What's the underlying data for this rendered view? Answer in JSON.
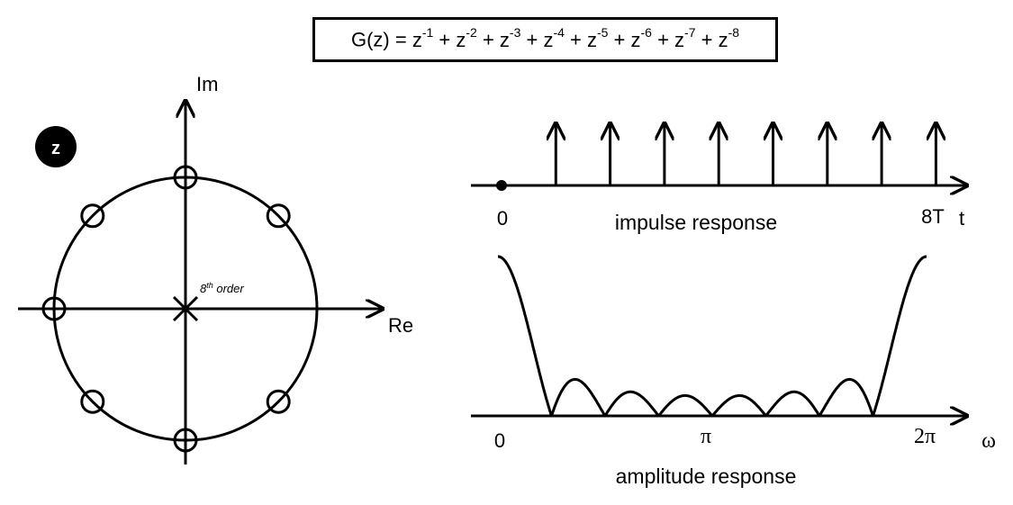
{
  "formula": {
    "lhs": "G(z) =",
    "terms": [
      {
        "base": "z",
        "exp": "-1",
        "sep": " + "
      },
      {
        "base": "z",
        "exp": "-2",
        "sep": " + "
      },
      {
        "base": "z",
        "exp": "-3",
        "sep": " + "
      },
      {
        "base": "z",
        "exp": "-4",
        "sep": " + "
      },
      {
        "base": "z",
        "exp": "-5",
        "sep": " + "
      },
      {
        "base": "z",
        "exp": "-6",
        "sep": " + "
      },
      {
        "base": "z",
        "exp": "-7",
        "sep": " + "
      },
      {
        "base": "z",
        "exp": "-8",
        "sep": ""
      }
    ]
  },
  "zplane": {
    "badge": "z",
    "axis_im": "Im",
    "axis_re": "Re",
    "pole_label_prefix": "8",
    "pole_label_sup": "th",
    "pole_label_suffix": " order",
    "zero_count": 8,
    "skip_zero_at_one": true
  },
  "impulse": {
    "label_zero": "0",
    "label_end": "8T",
    "label_axis": "t",
    "caption": "impulse response",
    "impulse_count": 8
  },
  "amplitude": {
    "label_zero": "0",
    "label_pi": "π",
    "label_2pi": "2π",
    "label_axis": "ω",
    "caption": "amplitude response",
    "filter_order": 8
  }
}
